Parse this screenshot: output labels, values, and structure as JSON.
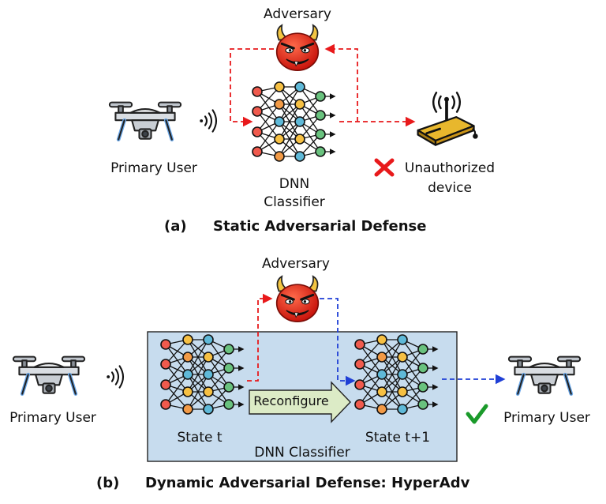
{
  "panel_a": {
    "adversary_label": "Adversary",
    "primary_user_label": "Primary User",
    "dnn_label_line1": "DNN",
    "dnn_label_line2": "Classifier",
    "unauthorized_line1": "Unauthorized",
    "unauthorized_line2": "device",
    "caption_letter": "(a)",
    "caption_title": "Static Adversarial Defense"
  },
  "panel_b": {
    "adversary_label": "Adversary",
    "primary_user_left_label": "Primary User",
    "primary_user_right_label": "Primary User",
    "reconfigure_label": "Reconfigure",
    "state_t_label": "State t",
    "state_t1_label": "State t+1",
    "box_label": "DNN Classifier",
    "caption_letter": "(b)",
    "caption_title": "Dynamic Adversarial Defense: HyperAdv"
  },
  "colors": {
    "red_path": "#e8191b",
    "blue_path": "#1f3fd6",
    "box_fill": "#c7dcee",
    "arrow_fill": "#dcebc6",
    "check_green": "#1a9a2a",
    "cross_red": "#e8191b",
    "node_colors": [
      "#f05a4d",
      "#f6c043",
      "#5fb9d8",
      "#69c27e",
      "#f29a46"
    ]
  }
}
